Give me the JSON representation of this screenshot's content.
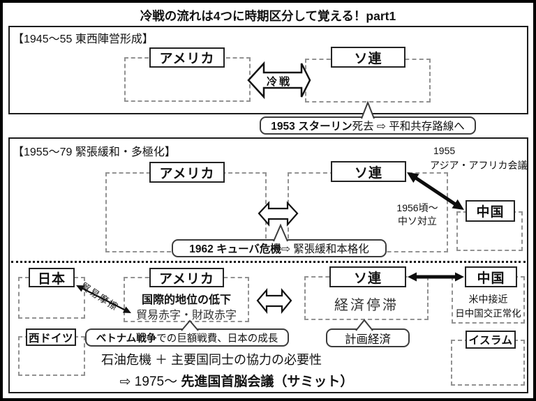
{
  "colors": {
    "ink": "#111111",
    "box_border": "#232323",
    "dashed_border": "#929292",
    "background": "#ffffff"
  },
  "title": "冷戦の流れは4つに時期区分して覚える！part1",
  "section1": {
    "heading": "【1945〜55 東西陣営形成】",
    "america_label": "アメリカ",
    "soviet_label": "ソ連",
    "cold_war_label": "冷戦"
  },
  "callout_1953": {
    "bold": "1953 スターリン",
    "rest": "死去 ⇨ 平和共存路線へ"
  },
  "section2": {
    "heading": "【1955〜79 緊張緩和・多極化】",
    "note_1955": {
      "line1": "1955",
      "line2": "アジア・アフリカ会議"
    },
    "america_label": "アメリカ",
    "soviet_label": "ソ連",
    "china_label": "中国",
    "note_1956": {
      "line1": "1956頃〜",
      "line2": "中ソ対立"
    },
    "callout_1962": {
      "bold": "1962 キューバ危機",
      "rest": " ⇨ 緊張緩和本格化"
    }
  },
  "section3": {
    "japan_label": "日本",
    "america_label": "アメリカ",
    "soviet_label": "ソ連",
    "china_label": "中国",
    "west_germany_label": "西ドイツ",
    "islam_label": "イスラム",
    "trade_friction": "貿易摩擦",
    "america_note_bold": "国際的地位の低下",
    "america_note": "貿易赤字・財政赤字",
    "soviet_note": "経済停滞",
    "china_note1": "米中接近",
    "china_note2": "日中国交正常化",
    "vietnam_callout": {
      "bold": "ベトナム戦争",
      "rest": "での巨額戦費、日本の成長"
    },
    "planned_economy_callout": "計画経済",
    "summary_line1": "石油危機 ＋ 主要国同士の協力の必要性",
    "summary_line2_prefix": "⇨ 1975〜 ",
    "summary_line2_bold": "先進国首脳会議（サミット）"
  }
}
